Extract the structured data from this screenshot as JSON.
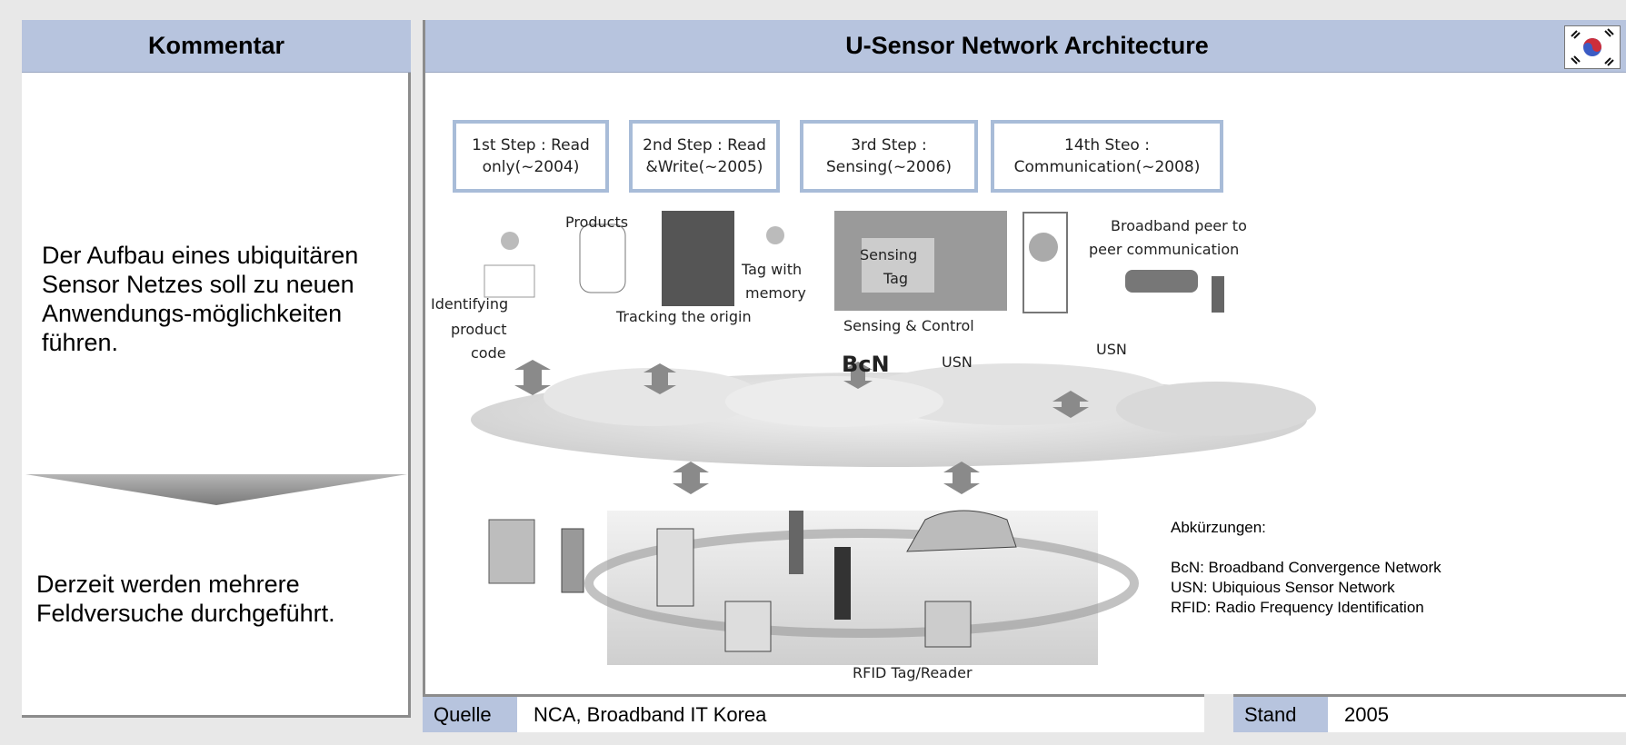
{
  "left_panel": {
    "title": "Kommentar",
    "paragraph_1": "Der Aufbau eines ubiquitären Sensor Netzes soll zu neuen Anwendungs-möglichkeiten führen.",
    "paragraph_2": "Derzeit werden mehrere Feldversuche durchgeführt."
  },
  "right_panel": {
    "title": "U-Sensor Network Architecture",
    "flag_icon": "south-korea-flag-icon"
  },
  "diagram": {
    "steps": [
      {
        "line1": "1st Step : Read",
        "line2": "only(~2004)"
      },
      {
        "line1": "2nd Step : Read",
        "line2": "&Write(~2005)"
      },
      {
        "line1": "3rd Step :",
        "line2": "Sensing(~2006)"
      },
      {
        "line1": "14th Steo :",
        "line2": "Communication(~2008)"
      }
    ],
    "labels": {
      "products": "Products",
      "identifying": "Identifying",
      "product": "product",
      "code": "code",
      "tracking": "Tracking the origin",
      "tag_with": "Tag with",
      "memory": "memory",
      "sensing": "Sensing",
      "tag": "Tag",
      "sensing_control": "Sensing & Control",
      "broadband_1": "Broadband peer to",
      "broadband_2": "peer communication",
      "usn_1": "USN",
      "usn_2": "USN",
      "bcn": "BcN",
      "rfid": "RFID Tag/Reader"
    }
  },
  "abbreviations": {
    "heading": "Abkürzungen:",
    "items": [
      "BcN: Broadband Convergence Network",
      "USN: Ubiquious Sensor Network",
      "RFID: Radio Frequency Identification"
    ]
  },
  "footer": {
    "source_label": "Quelle",
    "source_value": "NCA, Broadband IT Korea",
    "date_label": "Stand",
    "date_value": "2005"
  },
  "colors": {
    "header_bg": "#b7c4de",
    "step_border": "#a8bcd8",
    "flag_red": "#cd2e3a",
    "flag_blue": "#3b5bc4"
  }
}
